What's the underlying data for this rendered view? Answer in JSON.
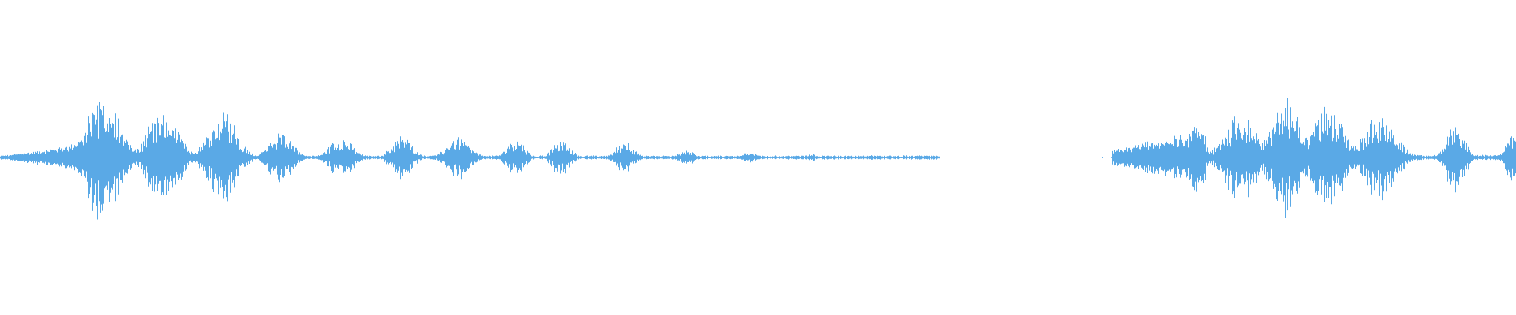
{
  "waveform": {
    "color": "#5aa9e6",
    "background": "#ffffff",
    "amplitude_range": [
      -1,
      1
    ],
    "segments": [
      {
        "kind": "ramp",
        "start": 0.0,
        "end": 0.063,
        "from": 0.02,
        "to": 0.25
      },
      {
        "kind": "burst",
        "center": 0.056,
        "width": 0.01,
        "peak": 0.4
      },
      {
        "kind": "burst",
        "center": 0.068,
        "width": 0.018,
        "peak": 0.96
      },
      {
        "kind": "burst",
        "center": 0.107,
        "width": 0.018,
        "peak": 0.7
      },
      {
        "kind": "burst",
        "center": 0.147,
        "width": 0.016,
        "peak": 0.7
      },
      {
        "kind": "burst",
        "center": 0.185,
        "width": 0.013,
        "peak": 0.4
      },
      {
        "kind": "burst",
        "center": 0.225,
        "width": 0.013,
        "peak": 0.32
      },
      {
        "kind": "burst",
        "center": 0.265,
        "width": 0.012,
        "peak": 0.32
      },
      {
        "kind": "burst",
        "center": 0.302,
        "width": 0.013,
        "peak": 0.32
      },
      {
        "kind": "burst",
        "center": 0.34,
        "width": 0.01,
        "peak": 0.3
      },
      {
        "kind": "burst",
        "center": 0.37,
        "width": 0.01,
        "peak": 0.28
      },
      {
        "kind": "burst",
        "center": 0.412,
        "width": 0.01,
        "peak": 0.25
      },
      {
        "kind": "burst",
        "center": 0.453,
        "width": 0.008,
        "peak": 0.12
      },
      {
        "kind": "burst",
        "center": 0.493,
        "width": 0.008,
        "peak": 0.1
      },
      {
        "kind": "burst",
        "center": 0.535,
        "width": 0.006,
        "peak": 0.06
      },
      {
        "kind": "burst",
        "center": 0.575,
        "width": 0.005,
        "peak": 0.04
      },
      {
        "kind": "floor",
        "start": 0.0,
        "end": 0.62,
        "level": 0.03
      },
      {
        "kind": "dots",
        "start": 0.58,
        "end": 0.62,
        "level": 0.01
      },
      {
        "kind": "silence",
        "start": 0.62,
        "end": 0.715
      },
      {
        "kind": "dots",
        "start": 0.715,
        "end": 0.735,
        "level": 0.01
      },
      {
        "kind": "ramp",
        "start": 0.733,
        "end": 0.795,
        "from": 0.12,
        "to": 0.4
      },
      {
        "kind": "burst",
        "center": 0.789,
        "width": 0.008,
        "peak": 0.55
      },
      {
        "kind": "burst",
        "center": 0.818,
        "width": 0.018,
        "peak": 0.66
      },
      {
        "kind": "burst",
        "center": 0.848,
        "width": 0.016,
        "peak": 0.92
      },
      {
        "kind": "burst",
        "center": 0.876,
        "width": 0.018,
        "peak": 0.8
      },
      {
        "kind": "burst",
        "center": 0.91,
        "width": 0.018,
        "peak": 0.64
      },
      {
        "kind": "burst",
        "center": 0.96,
        "width": 0.01,
        "peak": 0.55
      },
      {
        "kind": "burst",
        "center": 0.998,
        "width": 0.008,
        "peak": 0.35
      },
      {
        "kind": "floor",
        "start": 0.733,
        "end": 1.0,
        "level": 0.04
      }
    ]
  }
}
